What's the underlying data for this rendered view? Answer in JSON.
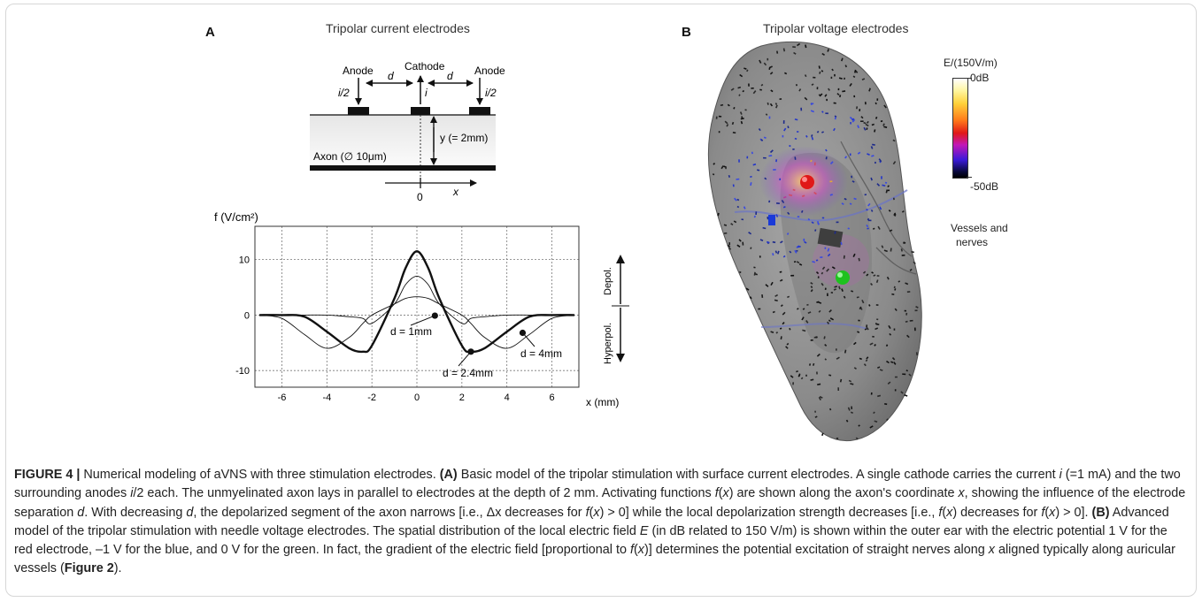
{
  "panel_a": {
    "letter": "A",
    "title": "Tripolar current electrodes",
    "schematic": {
      "anode_left": "Anode",
      "anode_right": "Anode",
      "cathode": "Cathode",
      "i_half_left": "i/2",
      "i_half_right": "i/2",
      "i_center": "i",
      "d_left": "d",
      "d_right": "d",
      "depth": "y (= 2mm)",
      "axon": "Axon (∅ 10μm)",
      "origin": "0",
      "x_axis": "x"
    },
    "chart": {
      "ylabel": "f (V/cm²)",
      "xlabel": "x (mm)",
      "depol": "Depol.",
      "hyperpol": "Hyperpol.",
      "x_ticks": [
        "-6",
        "-4",
        "-2",
        "0",
        "2",
        "4",
        "6"
      ],
      "y_ticks": [
        "10",
        "0",
        "-10"
      ],
      "annotations": [
        "d = 1mm",
        "d = 2.4mm",
        "d = 4mm"
      ]
    }
  },
  "chart_data": {
    "type": "line",
    "title": "",
    "xlabel": "x (mm)",
    "ylabel": "f (V/cm²)",
    "xlim": [
      -7.2,
      7.2
    ],
    "ylim": [
      -13,
      16
    ],
    "grid": true,
    "x": [
      -7,
      -6,
      -5,
      -4,
      -3,
      -2.4,
      -2,
      -1,
      -0.5,
      0,
      0.5,
      1,
      2,
      2.4,
      3,
      4,
      5,
      6,
      7
    ],
    "series": [
      {
        "name": "d = 1mm",
        "values": [
          0,
          0,
          0,
          0,
          -0.3,
          -0.6,
          -1.5,
          2,
          5.5,
          7,
          5.5,
          2,
          -1.5,
          -0.6,
          -0.3,
          0,
          0,
          0,
          0
        ]
      },
      {
        "name": "d = 2.4mm",
        "values": [
          0,
          0,
          -0.3,
          -3,
          -6,
          -6.6,
          -5.5,
          3,
          8.5,
          11.5,
          8.5,
          3,
          -5.5,
          -6.6,
          -6,
          -3,
          -0.3,
          0,
          0
        ]
      },
      {
        "name": "d = 4mm",
        "values": [
          0,
          -0.6,
          -3.5,
          -6,
          -4,
          -1.5,
          0,
          2,
          3,
          3.3,
          3,
          2,
          0,
          -1.5,
          -4,
          -6,
          -3.5,
          -0.6,
          0
        ]
      }
    ],
    "markers": [
      {
        "label": "d = 1mm",
        "x": 0.8,
        "y": -0.1
      },
      {
        "label": "d = 2.4mm",
        "x": 2.4,
        "y": -6.6
      },
      {
        "label": "d = 4mm",
        "x": 4.7,
        "y": -3.2
      }
    ]
  },
  "panel_b": {
    "letter": "B",
    "title": "Tripolar voltage electrodes",
    "colorbar_title": "E/(150V/m)",
    "colorbar_top": "0dB",
    "colorbar_bottom": "-50dB",
    "vessels_label_1": "Vessels and",
    "vessels_label_2": "nerves",
    "colors": {
      "ear": "#8e8e8e",
      "red_electrode": "#e01818",
      "blue_electrode": "#1a3ad8",
      "green_electrode": "#1ec21e"
    }
  },
  "caption": {
    "figure_number": "FIGURE 4 |",
    "s1": " Numerical modeling of aVNS with three stimulation electrodes. ",
    "a_tag": "(A)",
    "s2": " Basic model of the tripolar stimulation with surface current electrodes. A single cathode carries the current ",
    "i1": "i",
    "s3": " (=1 mA) and the two surrounding anodes ",
    "i2": "i",
    "s4": "/2 each. The unmyelinated axon lays in parallel to electrodes at the depth of 2 mm. Activating functions ",
    "fx1": "f",
    "s5": "(",
    "x1": "x",
    "s6": ") are shown along the axon's coordinate ",
    "x2": "x",
    "s7": ", showing the influence of the electrode separation ",
    "d1": "d",
    "s8": ". With decreasing ",
    "d2": "d",
    "s9": ", the depolarized segment of the axon narrows [i.e., Δx decreases for ",
    "fx2": "f",
    "s10": "(",
    "x3": "x",
    "s11": ") > 0] while the local depolarization strength decreases [i.e., ",
    "fx3": "f",
    "s12": "(",
    "x4": "x",
    "s13": ") decreases for ",
    "fx4": "f",
    "s14": "(",
    "x5": "x",
    "s15": ") > 0]. ",
    "b_tag": "(B)",
    "s16": " Advanced model of the tripolar stimulation with needle voltage electrodes. The spatial distribution of the local electric field ",
    "e1": "E",
    "s17": " (in dB related to 150 V/m) is shown within the outer ear with the electric potential 1 V for the red electrode, –1 V for the blue, and 0 V for the green. In fact, the gradient of the electric field [proportional to ",
    "fx5": "f",
    "s18": "(",
    "x6": "x",
    "s19": ")] determines the potential excitation of straight nerves along ",
    "x7": "x",
    "s20": " aligned typically along auricular vessels (",
    "fig2": "Figure 2",
    "s21": ")."
  }
}
